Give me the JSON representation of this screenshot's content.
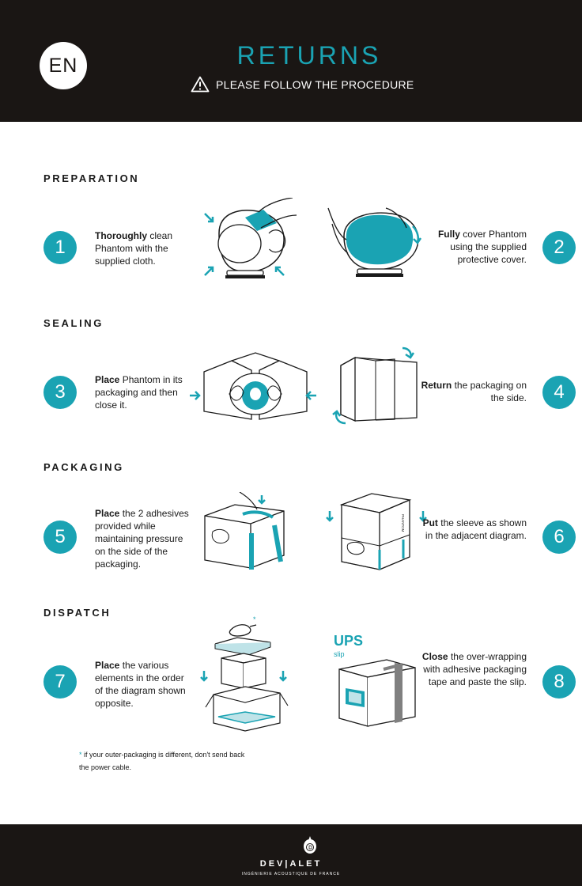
{
  "header": {
    "lang": "EN",
    "title": "RETURNS",
    "subtitle": "PLEASE FOLLOW THE PROCEDURE",
    "warning_icon": "warning-triangle-icon"
  },
  "sections": {
    "preparation": "PREPARATION",
    "sealing": "SEALING",
    "packaging": "PACKAGING",
    "dispatch": "DISPATCH"
  },
  "steps": [
    {
      "number": "1",
      "bold": "Thoroughly",
      "text": " clean Phantom with the supplied cloth."
    },
    {
      "number": "2",
      "bold": "Fully",
      "text": " cover Phantom using the supplied protective cover."
    },
    {
      "number": "3",
      "bold": "Place",
      "text": " Phantom in its packaging and then close it."
    },
    {
      "number": "4",
      "bold": "Return",
      "text": " the packaging on the side."
    },
    {
      "number": "5",
      "bold": "Place",
      "text": " the 2 adhesives provided while maintaining pressure on the side of the packaging."
    },
    {
      "number": "6",
      "bold": "Put",
      "text": " the sleeve as shown in the adjacent diagram."
    },
    {
      "number": "7",
      "bold": "Place",
      "text": " the various elements in the order of the diagram shown opposite."
    },
    {
      "number": "8",
      "bold": "Close",
      "text": " the over-wrapping with adhesive packaging tape and paste the slip."
    }
  ],
  "ups": {
    "label": "UPS",
    "sub": "slip"
  },
  "box_label": "PHANTOM",
  "note": {
    "star": "*",
    "text": "if your outer-packaging is different, don't send back the power cable."
  },
  "footer": {
    "brand": "DEV|ALET",
    "tagline": "INGÉNIERIE ACOUSTIQUE DE FRANCE"
  },
  "colors": {
    "accent": "#1aa3b3",
    "dark": "#1a1614"
  }
}
